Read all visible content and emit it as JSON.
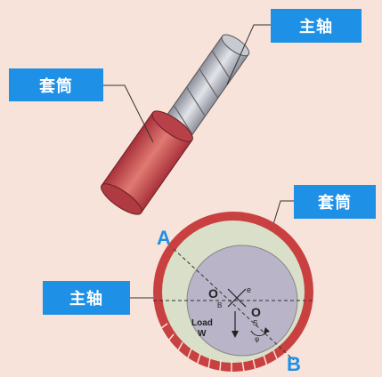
{
  "labels": {
    "spindle_top": "主轴",
    "sleeve_left": "套筒",
    "sleeve_right": "套筒",
    "spindle_left": "主轴"
  },
  "points": {
    "a": "A",
    "b": "B"
  },
  "bearing": {
    "sleeve_center": "O",
    "sleeve_center_sub": "B",
    "spindle_center": "O",
    "spindle_center_sub": "S",
    "eccentricity": "e",
    "load": "Load",
    "weight": "W",
    "angle": "φ"
  },
  "colors": {
    "label_bg": "#1e90e6",
    "sleeve_red": "#c94040",
    "oil_film": "#d9dfc8",
    "spindle_gray": "#b9b4c8"
  }
}
